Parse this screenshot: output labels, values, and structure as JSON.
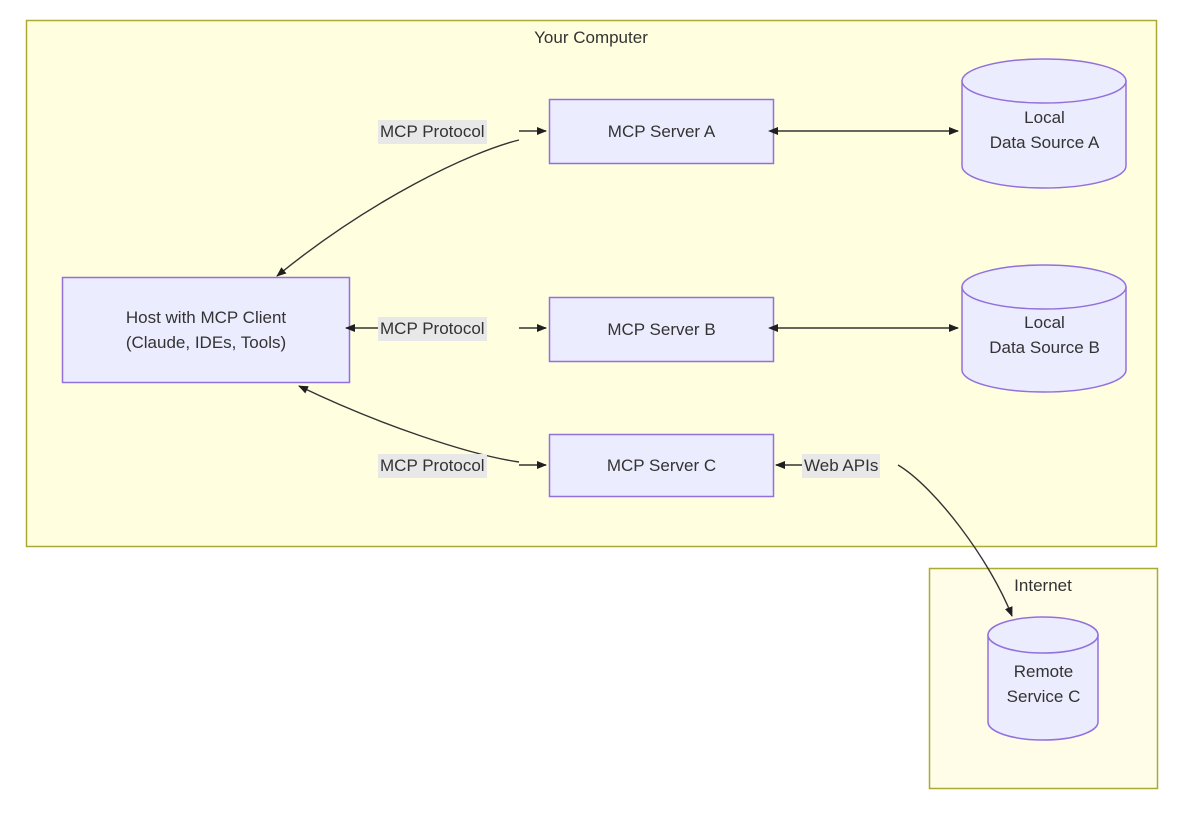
{
  "diagram": {
    "type": "architecture-flowchart",
    "background": "#ffffff",
    "groups": [
      {
        "id": "your-computer",
        "label": "Your Computer",
        "fill": "#ffffe0",
        "stroke": "#aaaa33"
      },
      {
        "id": "internet",
        "label": "Internet",
        "fill": "#fffce8",
        "stroke": "#aaaa33"
      }
    ],
    "nodes": [
      {
        "id": "host",
        "shape": "rect",
        "lines": [
          "Host with MCP Client",
          "(Claude, IDEs, Tools)"
        ],
        "fill": "#ececff",
        "stroke": "#9370db"
      },
      {
        "id": "server-a",
        "shape": "rect",
        "lines": [
          "MCP Server A"
        ],
        "fill": "#ececff",
        "stroke": "#9370db"
      },
      {
        "id": "server-b",
        "shape": "rect",
        "lines": [
          "MCP Server B"
        ],
        "fill": "#ececff",
        "stroke": "#9370db"
      },
      {
        "id": "server-c",
        "shape": "rect",
        "lines": [
          "MCP Server C"
        ],
        "fill": "#ececff",
        "stroke": "#9370db"
      },
      {
        "id": "data-source-a",
        "shape": "cylinder",
        "lines": [
          "Local",
          "Data Source A"
        ],
        "fill": "#ececff",
        "stroke": "#9370db"
      },
      {
        "id": "data-source-b",
        "shape": "cylinder",
        "lines": [
          "Local",
          "Data Source B"
        ],
        "fill": "#ececff",
        "stroke": "#9370db"
      },
      {
        "id": "remote-service-c",
        "shape": "cylinder",
        "lines": [
          "Remote",
          "Service C"
        ],
        "fill": "#ececff",
        "stroke": "#9370db"
      }
    ],
    "edges": [
      {
        "id": "host-server-a",
        "label": "MCP Protocol",
        "from": "host",
        "to": "server-a",
        "arrows": "both",
        "style": "curved"
      },
      {
        "id": "host-server-b",
        "label": "MCP Protocol",
        "from": "host",
        "to": "server-b",
        "arrows": "both",
        "style": "straight"
      },
      {
        "id": "host-server-c",
        "label": "MCP Protocol",
        "from": "host",
        "to": "server-c",
        "arrows": "both",
        "style": "curved"
      },
      {
        "id": "server-a-data-a",
        "label": "",
        "from": "server-a",
        "to": "data-source-a",
        "arrows": "both",
        "style": "straight"
      },
      {
        "id": "server-b-data-b",
        "label": "",
        "from": "server-b",
        "to": "data-source-b",
        "arrows": "both",
        "style": "straight"
      },
      {
        "id": "server-c-remote-c",
        "label": "Web APIs",
        "from": "server-c",
        "to": "remote-service-c",
        "arrows": "both",
        "style": "curved"
      }
    ],
    "edge_labels": {
      "host_server_a": "MCP Protocol",
      "host_server_b": "MCP Protocol",
      "host_server_c": "MCP Protocol",
      "server_c_remote": "Web APIs"
    }
  }
}
